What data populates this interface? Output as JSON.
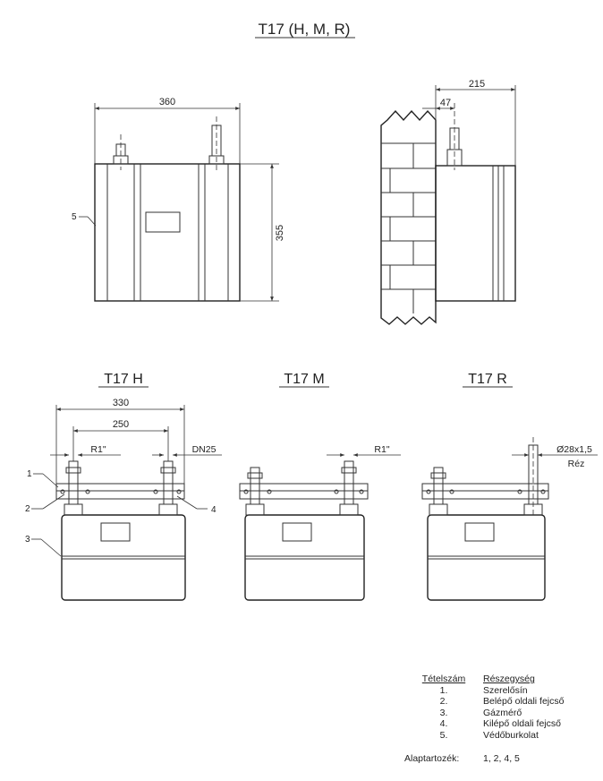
{
  "title": "T17 (H, M, R)",
  "top_dims": {
    "width": "360",
    "height": "355",
    "depth": "215",
    "offset": "47"
  },
  "variants": [
    {
      "title": "T17 H",
      "dims": {
        "outer": "330",
        "inner": "250",
        "thread": "R1\"",
        "dn": "DN25"
      }
    },
    {
      "title": "T17 M",
      "dims": {
        "thread": "R1\""
      }
    },
    {
      "title": "T17 R",
      "dims": {
        "pipe": "Ø28x1,5",
        "material": "Réz"
      }
    }
  ],
  "callouts": [
    "1",
    "2",
    "3",
    "4",
    "5"
  ],
  "legend": {
    "col1_header": "Tételszám",
    "col2_header": "Részegység",
    "items": [
      {
        "num": "1.",
        "name": "Szerelősín"
      },
      {
        "num": "2.",
        "name": "Belépő oldali fejcső"
      },
      {
        "num": "3.",
        "name": "Gázmérő"
      },
      {
        "num": "4.",
        "name": "Kilépő oldali fejcső"
      },
      {
        "num": "5.",
        "name": "Védőburkolat"
      }
    ],
    "base_label": "Alaptartozék:",
    "base_value": "1, 2, 4, 5"
  }
}
